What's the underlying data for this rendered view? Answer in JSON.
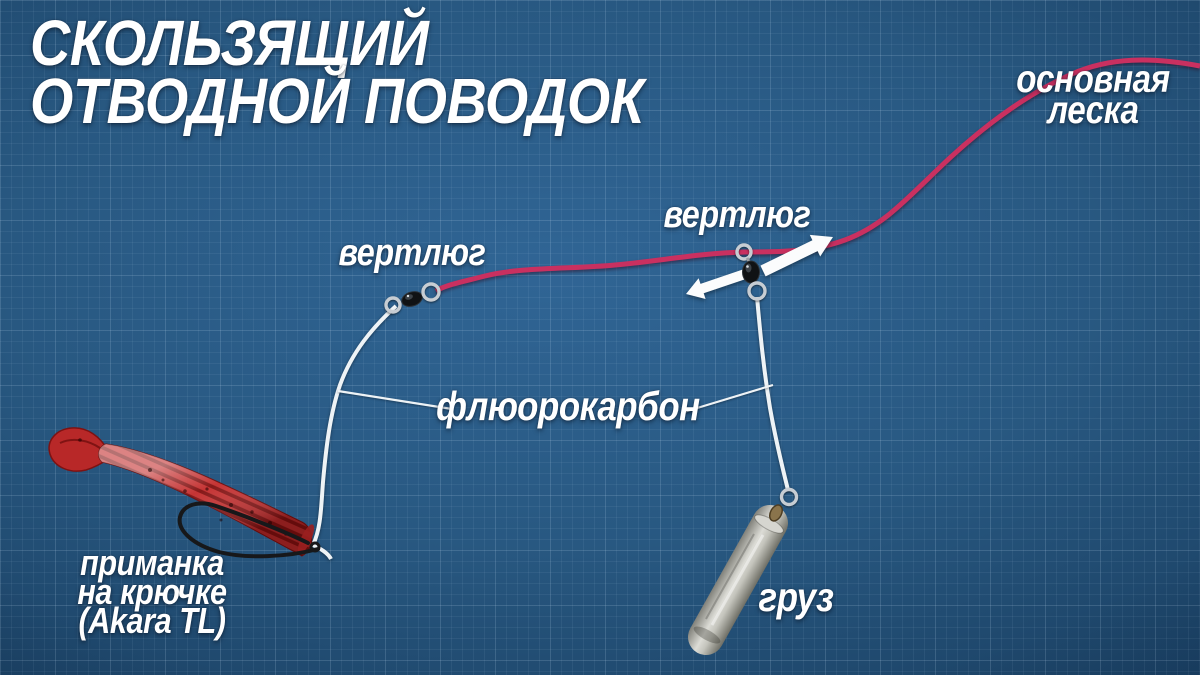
{
  "title": {
    "line1": "СКОЛЬЗЯЩИЙ",
    "line2": "ОТВОДНОЙ ПОВОДОК"
  },
  "labels": {
    "main_line_1": "основная",
    "main_line_2": "леска",
    "swivel_top": "вертлюг",
    "swivel_left": "вертлюг",
    "fluorocarbon": "флюорокарбон",
    "bait_1": "приманка",
    "bait_2": "на крючке",
    "bait_3": "(Akara TL)",
    "weight": "груз"
  },
  "colors": {
    "background_blue": "#285881",
    "main_line_pink": "#c93060",
    "leader_white": "#eef3f6",
    "arrow_white": "#fbfcfd",
    "lure_red": "#c22b2b",
    "weight_silver": "#c9c9c3",
    "text_white": "#ffffff"
  }
}
